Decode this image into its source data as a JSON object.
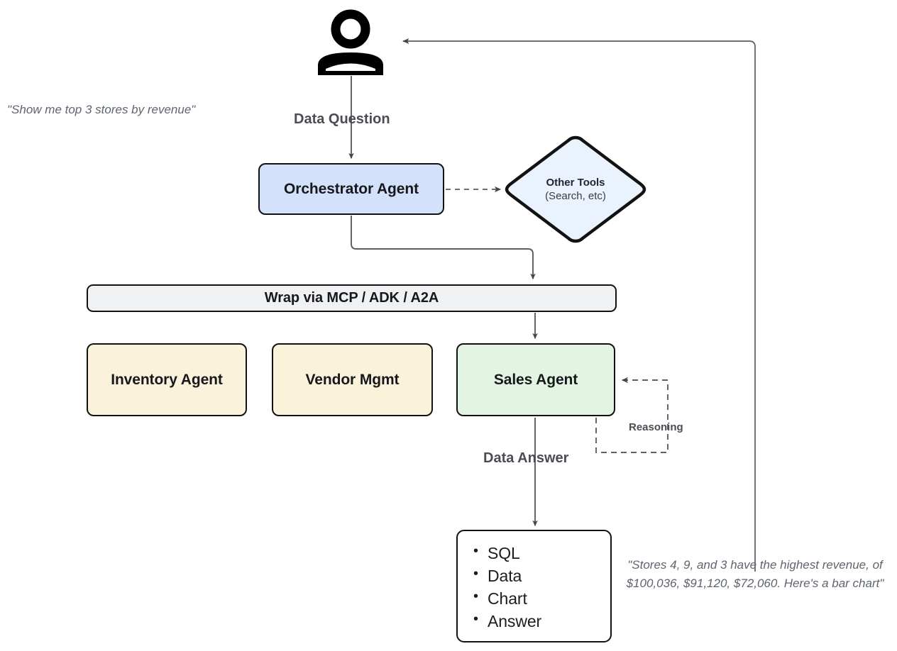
{
  "diagram": {
    "title": "Multi-agent data question orchestration flow",
    "colors": {
      "orchestrator_fill": "#d4e1fa",
      "tools_fill": "#eaf2fd",
      "mcp_fill": "#f0f1f3",
      "agent_fill": "#fbf2dc",
      "sales_fill": "#e3f5e2",
      "output_fill": "#ffffff",
      "stroke": "#121212",
      "edge": "#4a4d53",
      "label_text": "#4a4d53",
      "quote_text": "#5e646e"
    }
  },
  "nodes": {
    "user": {
      "icon": "user-person-icon"
    },
    "orchestrator": {
      "label": "Orchestrator Agent"
    },
    "other_tools": {
      "line1": "Other Tools",
      "line2": "(Search, etc)"
    },
    "mcp": {
      "label": "Wrap via MCP / ADK / A2A"
    },
    "inventory": {
      "label": "Inventory Agent"
    },
    "vendor": {
      "label": "Vendor Mgmt"
    },
    "sales": {
      "label": "Sales Agent"
    },
    "output": {
      "items": [
        "SQL",
        "Data",
        "Chart",
        "Answer"
      ]
    }
  },
  "edge_labels": {
    "data_question": "Data Question",
    "data_answer": "Data Answer",
    "reasoning": "Reasoning"
  },
  "quotes": {
    "user_question": "\"Show me top 3 stores by revenue\"",
    "final_answer": "\"Stores 4, 9, and 3 have the highest revenue, of $100,036, $91,120, $72,060. Here's a bar chart\""
  }
}
